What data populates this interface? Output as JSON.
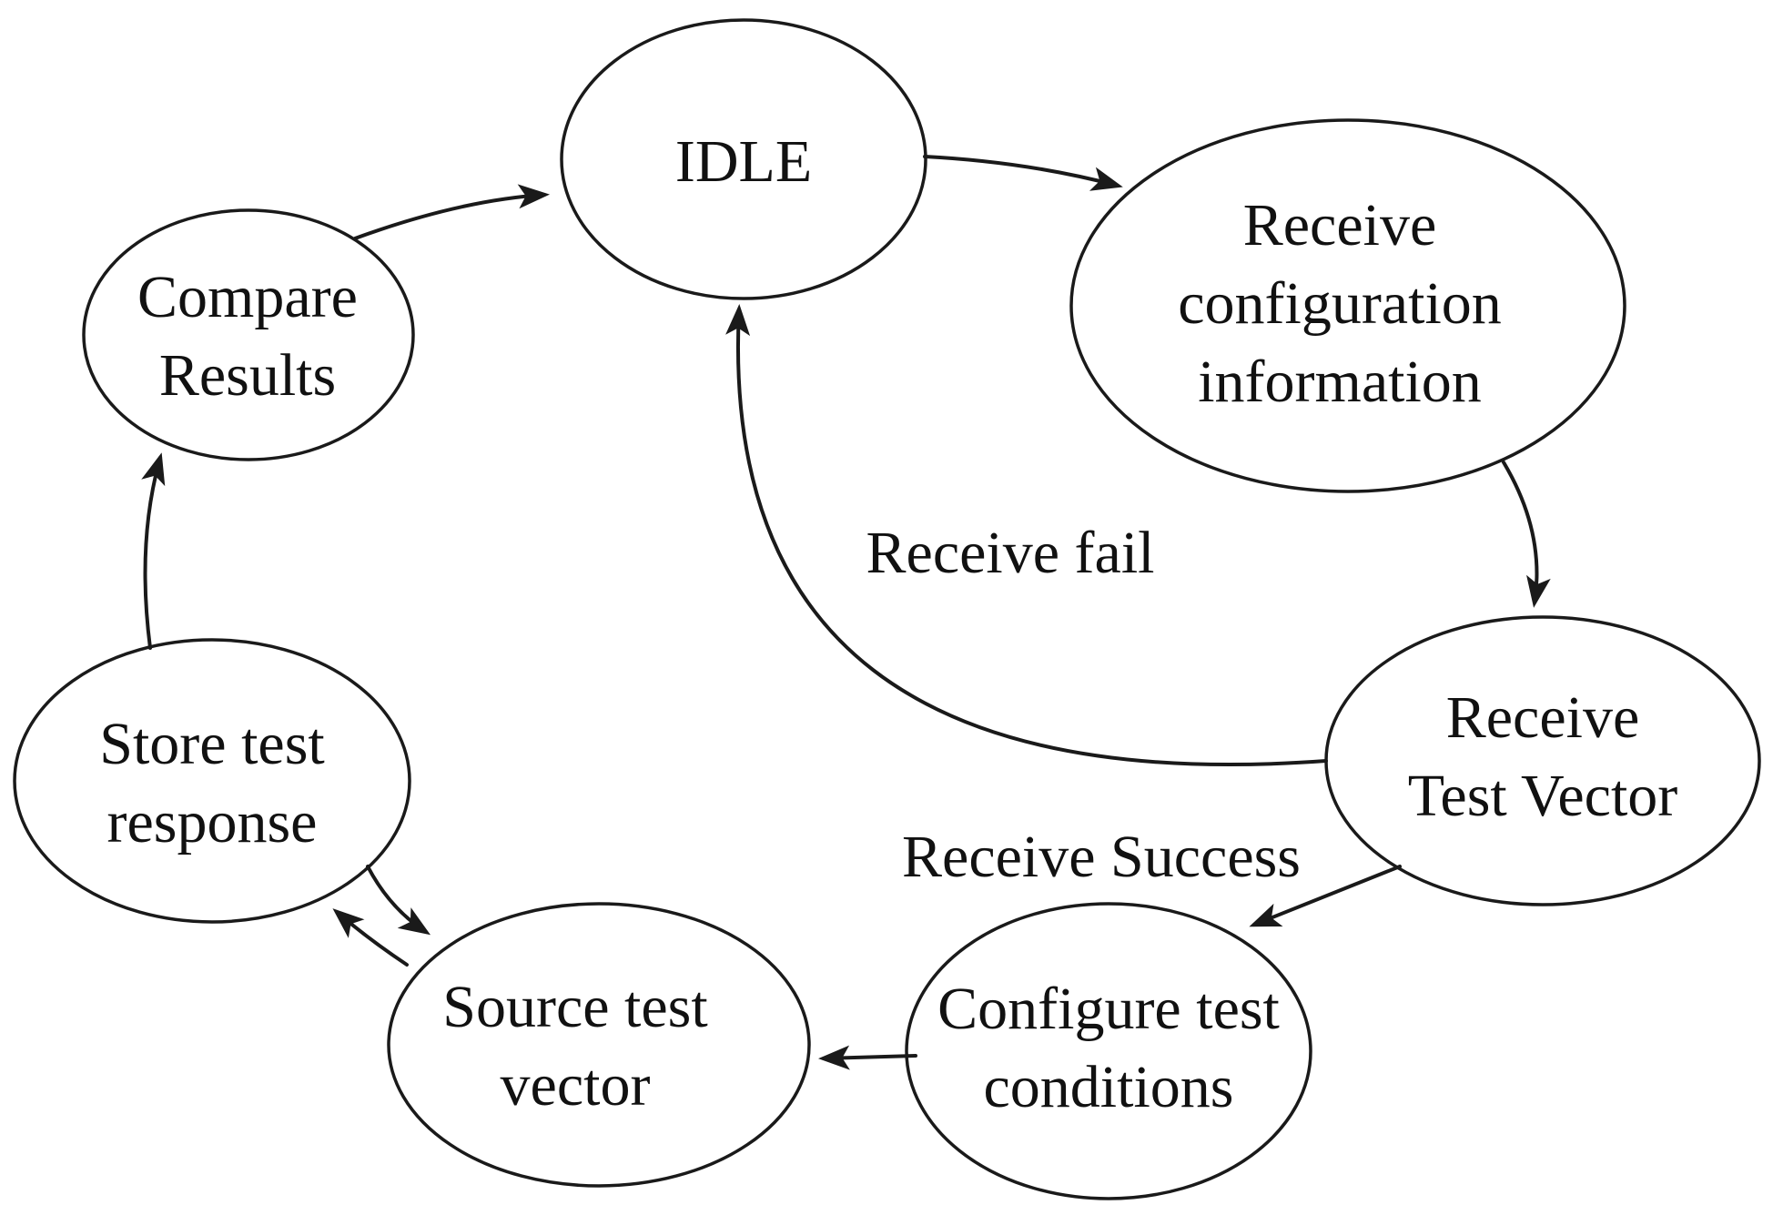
{
  "diagram": {
    "type": "state-machine",
    "background_color": "#ffffff",
    "stroke_color": "#1a1a1a",
    "text_color": "#111111",
    "states": {
      "idle": {
        "lines": [
          "IDLE"
        ]
      },
      "receive_config": {
        "lines": [
          "Receive",
          "configuration",
          "information"
        ]
      },
      "receive_test_vector": {
        "lines": [
          "Receive",
          "Test Vector"
        ]
      },
      "configure_test": {
        "lines": [
          "Configure test",
          "conditions"
        ]
      },
      "source_test_vector": {
        "lines": [
          "Source test",
          "vector"
        ]
      },
      "store_test_response": {
        "lines": [
          "Store test",
          "response"
        ]
      },
      "compare_results": {
        "lines": [
          "Compare",
          "Results"
        ]
      }
    },
    "transitions": [
      {
        "from": "compare_results",
        "to": "idle",
        "label": ""
      },
      {
        "from": "idle",
        "to": "receive_config",
        "label": ""
      },
      {
        "from": "receive_config",
        "to": "receive_test_vector",
        "label": ""
      },
      {
        "from": "receive_test_vector",
        "to": "idle",
        "label": "Receive fail"
      },
      {
        "from": "receive_test_vector",
        "to": "configure_test",
        "label": "Receive Success"
      },
      {
        "from": "configure_test",
        "to": "source_test_vector",
        "label": ""
      },
      {
        "from": "store_test_response",
        "to": "source_test_vector",
        "label": ""
      },
      {
        "from": "source_test_vector",
        "to": "store_test_response",
        "label": ""
      },
      {
        "from": "store_test_response",
        "to": "compare_results",
        "label": ""
      }
    ]
  }
}
